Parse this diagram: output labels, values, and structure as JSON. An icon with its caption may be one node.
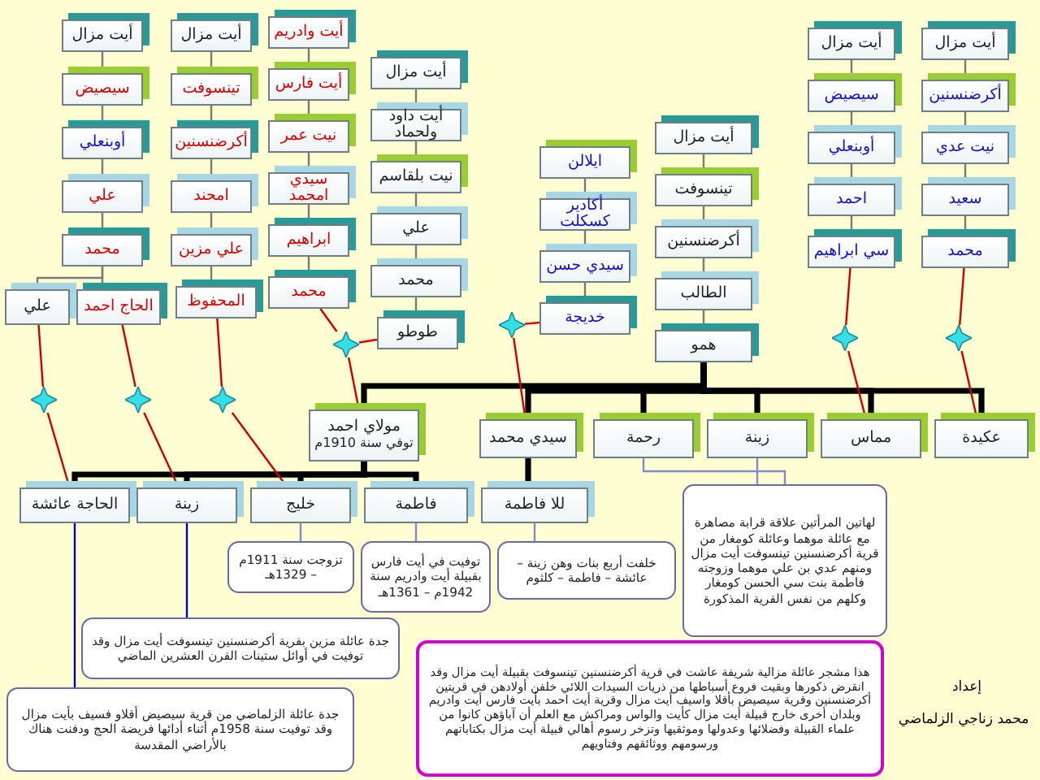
{
  "diagram": {
    "nodes": [
      {
        "text": [
          "أيت مزال"
        ]
      },
      {
        "text": [
          "سيصيض"
        ]
      },
      {
        "text": [
          "أوبنعلي"
        ]
      },
      {
        "text": [
          "علي"
        ]
      },
      {
        "text": [
          "محمد"
        ]
      },
      {
        "text": [
          "علي"
        ]
      },
      {
        "text": [
          "الحاج احمد"
        ]
      },
      {
        "text": [
          "أيت مزال"
        ]
      },
      {
        "text": [
          "تينسوفت"
        ]
      },
      {
        "text": [
          "أكرضنسنين"
        ]
      },
      {
        "text": [
          "امحند"
        ]
      },
      {
        "text": [
          "علي مزين"
        ]
      },
      {
        "text": [
          "المحفوظ"
        ]
      },
      {
        "text": [
          "أيت وادريم"
        ]
      },
      {
        "text": [
          "أيت فارس"
        ]
      },
      {
        "text": [
          "نيت عمر"
        ]
      },
      {
        "text": [
          "سيدي امحمد"
        ]
      },
      {
        "text": [
          "ابراهيم"
        ]
      },
      {
        "text": [
          "محمد"
        ]
      },
      {
        "text": [
          "أيت مزال"
        ]
      },
      {
        "text": [
          "أيت داود ولحماد"
        ]
      },
      {
        "text": [
          "نيت بلقاسم"
        ]
      },
      {
        "text": [
          "علي"
        ]
      },
      {
        "text": [
          "محمد"
        ]
      },
      {
        "text": [
          "طوطو"
        ]
      },
      {
        "text": [
          "ايلالن"
        ]
      },
      {
        "text": [
          "أكادير كسكلت"
        ]
      },
      {
        "text": [
          "سيدي حسن"
        ]
      },
      {
        "text": [
          "خديجة"
        ]
      },
      {
        "text": [
          "أيت مزال"
        ]
      },
      {
        "text": [
          "تينسوفت"
        ]
      },
      {
        "text": [
          "أكرضنسنين"
        ]
      },
      {
        "text": [
          "الطالب"
        ]
      },
      {
        "text": [
          "همو"
        ]
      },
      {
        "text": [
          "أيت مزال"
        ]
      },
      {
        "text": [
          "سيصيض"
        ]
      },
      {
        "text": [
          "أوبنعلي"
        ]
      },
      {
        "text": [
          "احمد"
        ]
      },
      {
        "text": [
          "سي ابراهيم"
        ]
      },
      {
        "text": [
          "أيت مزال"
        ]
      },
      {
        "text": [
          "أكرضنسنين"
        ]
      },
      {
        "text": [
          "نيت عدي"
        ]
      },
      {
        "text": [
          "سعيد"
        ]
      },
      {
        "text": [
          "محمد"
        ]
      },
      {
        "text": [
          "مولاي احمد",
          "توفي سنة 1910م"
        ]
      },
      {
        "text": [
          "سيدي محمد"
        ]
      },
      {
        "text": [
          "رحمة"
        ]
      },
      {
        "text": [
          "زينة"
        ]
      },
      {
        "text": [
          "مماس"
        ]
      },
      {
        "text": [
          "عكيدة"
        ]
      },
      {
        "text": [
          "الحاجة عائشة"
        ]
      },
      {
        "text": [
          "زينة"
        ]
      },
      {
        "text": [
          "خليج"
        ]
      },
      {
        "text": [
          "فاطمة"
        ]
      },
      {
        "text": [
          "للا فاطمة"
        ]
      },
      {
        "text": [
          "تزوجت سنة 1911م – 1329هـ"
        ]
      },
      {
        "text": [
          "توفيت في أيت فارس بقبيلة أيت وادريم سنة 1942م – 1361هـ"
        ]
      },
      {
        "text": [
          "خلفت أربع بنات وهن زينة – عائشة – فاطمة – كلثوم"
        ]
      },
      {
        "text": [
          "لهاتين المرأتين علاقة قرابة مصاهرة مع عائلة موهما وعائلة كومغار من قرية أكرضنسنين تينسوفت أيت مزال ومنهم عدي بن علي موهما وزوجته فاطمة بنت سي الحسن كومغار وكلهم من نفس القرية المذكورة"
        ]
      },
      {
        "text": [
          "جدة عائلة مزين بقرية أكرضنسنين تينسوفت أيت مزال وقد توفيت في أوائل ستينات القرن العشرين الماضي"
        ]
      },
      {
        "text": [
          "جدة عائلة الزلماضي من قرية سيصيض أقلاو فسيف بأيت مزال وقد توفيت سنة 1958م أثناء أدائها فريضة الحج ودفنت هناك بالأراضي المقدسة"
        ]
      },
      {
        "text": [
          "هذا مشجر عائلة مزالية شريفة عاشت في قرية أكرضنسنين تينسوفت بقبيلة أيت مزال وقد انقرض ذكورها وبقيت فروع أسباطها من ذريات السيدات اللائي خلفن أولادهن في قريتين أكرضنسنين وقرية سيصيض بأقلا واسيف أيت مزال وقرية أيت احمد بأيت فارس أيت وادريم وبلدان أخرى خارج قبيلة أيت مزال كأيت والواس ومراكش مع العلم أن آباؤهن كانوا من علماء القبيلة وفضلائها وعدولها وموثقيها وتزخر رسوم أهالي قبيلة أيت مزال بكتاباتهم ورسومهم ووثائقهم وفتاويهم"
        ]
      },
      {
        "text": [],
        "shape": "star"
      },
      {
        "text": [],
        "shape": "star"
      },
      {
        "text": [],
        "shape": "star"
      },
      {
        "text": [],
        "shape": "star"
      },
      {
        "text": [],
        "shape": "star"
      },
      {
        "text": [],
        "shape": "star"
      },
      {
        "text": [],
        "shape": "star"
      }
    ],
    "edges": [
      {
        "from": 0,
        "to": 1,
        "arrow": "none"
      },
      {
        "from": 1,
        "to": 2,
        "arrow": "none"
      },
      {
        "from": 2,
        "to": 3,
        "arrow": "none"
      },
      {
        "from": 3,
        "to": 4,
        "arrow": "none"
      },
      {
        "from": 4,
        "to": 5,
        "arrow": "none"
      },
      {
        "from": 4,
        "to": 6,
        "arrow": "none"
      },
      {
        "from": 7,
        "to": 8,
        "arrow": "none"
      },
      {
        "from": 8,
        "to": 9,
        "arrow": "none"
      },
      {
        "from": 9,
        "to": 10,
        "arrow": "none"
      },
      {
        "from": 10,
        "to": 11,
        "arrow": "none"
      },
      {
        "from": 11,
        "to": 12,
        "arrow": "none"
      },
      {
        "from": 13,
        "to": 14,
        "arrow": "none"
      },
      {
        "from": 14,
        "to": 15,
        "arrow": "none"
      },
      {
        "from": 15,
        "to": 16,
        "arrow": "none"
      },
      {
        "from": 16,
        "to": 17,
        "arrow": "none"
      },
      {
        "from": 17,
        "to": 18,
        "arrow": "none"
      },
      {
        "from": 19,
        "to": 20,
        "arrow": "none"
      },
      {
        "from": 20,
        "to": 21,
        "arrow": "none"
      },
      {
        "from": 21,
        "to": 22,
        "arrow": "none"
      },
      {
        "from": 22,
        "to": 23,
        "arrow": "none"
      },
      {
        "from": 23,
        "to": 24,
        "arrow": "none"
      },
      {
        "from": 25,
        "to": 26,
        "arrow": "none"
      },
      {
        "from": 26,
        "to": 27,
        "arrow": "none"
      },
      {
        "from": 27,
        "to": 28,
        "arrow": "none"
      },
      {
        "from": 29,
        "to": 30,
        "arrow": "none"
      },
      {
        "from": 30,
        "to": 31,
        "arrow": "none"
      },
      {
        "from": 31,
        "to": 32,
        "arrow": "none"
      },
      {
        "from": 32,
        "to": 33,
        "arrow": "none"
      },
      {
        "from": 34,
        "to": 35,
        "arrow": "none"
      },
      {
        "from": 35,
        "to": 36,
        "arrow": "none"
      },
      {
        "from": 36,
        "to": 37,
        "arrow": "none"
      },
      {
        "from": 37,
        "to": 38,
        "arrow": "none"
      },
      {
        "from": 39,
        "to": 40,
        "arrow": "none"
      },
      {
        "from": 40,
        "to": 41,
        "arrow": "none"
      },
      {
        "from": 41,
        "to": 42,
        "arrow": "none"
      },
      {
        "from": 42,
        "to": 43,
        "arrow": "none"
      },
      {
        "from": 33,
        "to": 44,
        "arrow": "none",
        "style": "thick",
        "color": "#000000"
      },
      {
        "from": 33,
        "to": 45,
        "arrow": "none",
        "style": "thick",
        "color": "#000000"
      },
      {
        "from": 33,
        "to": 46,
        "arrow": "none",
        "style": "thick",
        "color": "#000000"
      },
      {
        "from": 33,
        "to": 47,
        "arrow": "none",
        "style": "thick",
        "color": "#000000"
      },
      {
        "from": 33,
        "to": 48,
        "arrow": "none",
        "style": "thick",
        "color": "#000000"
      },
      {
        "from": 33,
        "to": 49,
        "arrow": "none",
        "style": "thick",
        "color": "#000000"
      },
      {
        "from": 44,
        "to": 50,
        "arrow": "none",
        "style": "thick",
        "color": "#000000"
      },
      {
        "from": 44,
        "to": 51,
        "arrow": "none",
        "style": "thick",
        "color": "#000000"
      },
      {
        "from": 44,
        "to": 52,
        "arrow": "none",
        "style": "thick",
        "color": "#000000"
      },
      {
        "from": 44,
        "to": 53,
        "arrow": "none",
        "style": "thick",
        "color": "#000000"
      },
      {
        "from": 45,
        "to": 54,
        "arrow": "none",
        "style": "thick",
        "color": "#000000"
      },
      {
        "from": 52,
        "to": 55,
        "arrow": "none",
        "color": "#8888cc"
      },
      {
        "from": 53,
        "to": 56,
        "arrow": "none",
        "color": "#8888cc"
      },
      {
        "from": 54,
        "to": 57,
        "arrow": "none",
        "color": "#8888cc"
      },
      {
        "from": 46,
        "to": 58,
        "arrow": "none",
        "color": "#8888cc"
      },
      {
        "from": 47,
        "to": 58,
        "arrow": "none",
        "color": "#8888cc"
      },
      {
        "from": 51,
        "to": 59,
        "arrow": "none",
        "color": "#0000cc"
      },
      {
        "from": 50,
        "to": 60,
        "arrow": "none",
        "color": "#0000cc"
      },
      {
        "from": 5,
        "to": 62,
        "arrow": "none",
        "color": "#cc0000"
      },
      {
        "from": 62,
        "to": 50,
        "arrow": "none",
        "color": "#cc0000"
      },
      {
        "from": 6,
        "to": 63,
        "arrow": "none",
        "color": "#cc0000"
      },
      {
        "from": 63,
        "to": 51,
        "arrow": "none",
        "color": "#cc0000"
      },
      {
        "from": 12,
        "to": 64,
        "arrow": "none",
        "color": "#cc0000"
      },
      {
        "from": 64,
        "to": 52,
        "arrow": "none",
        "color": "#cc0000"
      },
      {
        "from": 18,
        "to": 65,
        "arrow": "none",
        "color": "#cc0000"
      },
      {
        "from": 24,
        "to": 65,
        "arrow": "none",
        "color": "#cc0000"
      },
      {
        "from": 65,
        "to": 44,
        "arrow": "none",
        "color": "#cc0000"
      },
      {
        "from": 28,
        "to": 66,
        "arrow": "none",
        "color": "#cc0000"
      },
      {
        "from": 66,
        "to": 45,
        "arrow": "none",
        "color": "#cc0000"
      },
      {
        "from": 38,
        "to": 67,
        "arrow": "none",
        "color": "#cc0000"
      },
      {
        "from": 67,
        "to": 48,
        "arrow": "none",
        "color": "#cc0000"
      },
      {
        "from": 43,
        "to": 68,
        "arrow": "none",
        "color": "#cc0000"
      },
      {
        "from": 68,
        "to": 49,
        "arrow": "none",
        "color": "#cc0000"
      }
    ],
    "labels": [
      "إعداد",
      "محمد زناجي الزلماضي"
    ]
  }
}
